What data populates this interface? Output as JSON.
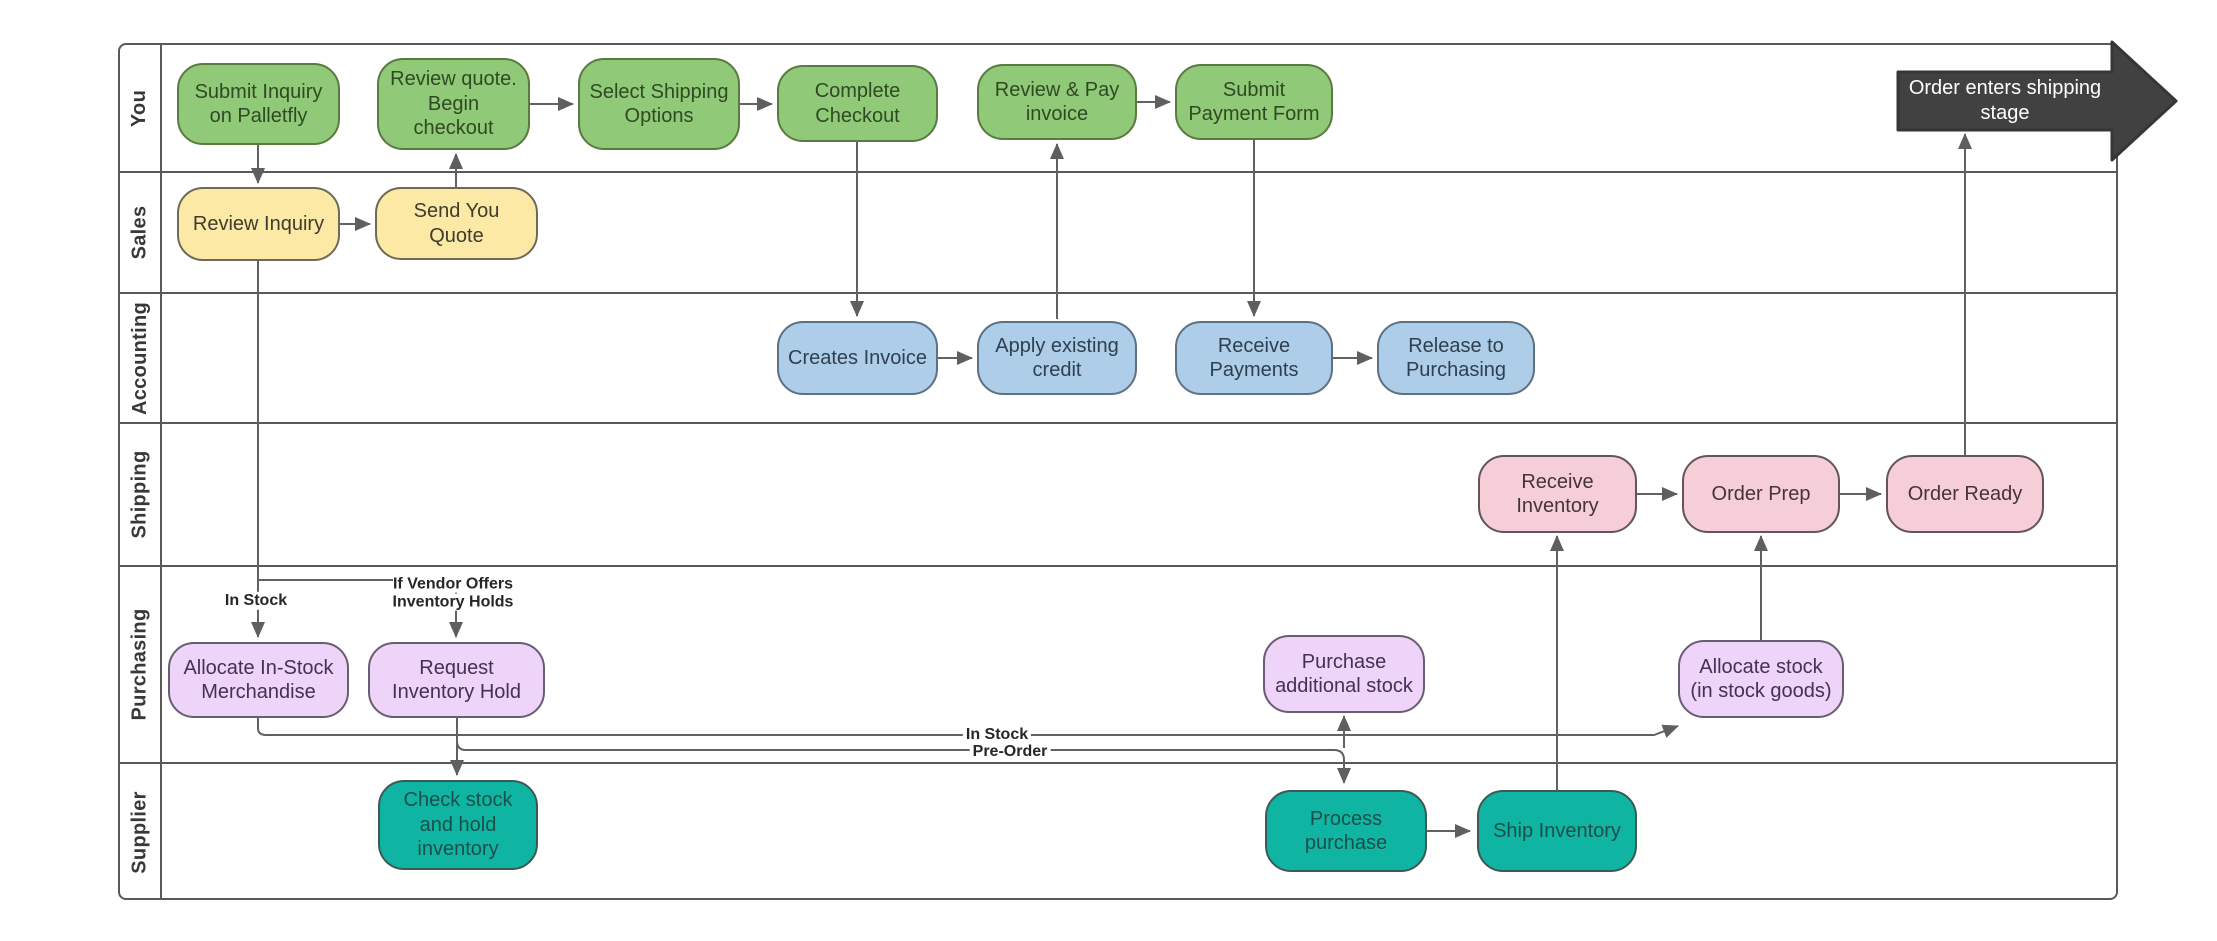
{
  "lanes": [
    {
      "label": "You"
    },
    {
      "label": "Sales"
    },
    {
      "label": "Accounting"
    },
    {
      "label": "Shipping"
    },
    {
      "label": "Purchasing"
    },
    {
      "label": "Supplier"
    }
  ],
  "nodes": [
    {
      "id": "submit-inquiry",
      "lane": "You",
      "label": "Submit Inquiry on Palletfly"
    },
    {
      "id": "review-quote",
      "lane": "You",
      "label": "Review quote. Begin checkout"
    },
    {
      "id": "select-shipping",
      "lane": "You",
      "label": "Select Shipping Options"
    },
    {
      "id": "complete-checkout",
      "lane": "You",
      "label": "Complete Checkout"
    },
    {
      "id": "review-pay-invoice",
      "lane": "You",
      "label": "Review & Pay invoice"
    },
    {
      "id": "submit-payment-form",
      "lane": "You",
      "label": "Submit Payment Form"
    },
    {
      "id": "review-inquiry",
      "lane": "Sales",
      "label": "Review Inquiry"
    },
    {
      "id": "send-you-quote",
      "lane": "Sales",
      "label": "Send You Quote"
    },
    {
      "id": "creates-invoice",
      "lane": "Accounting",
      "label": "Creates Invoice"
    },
    {
      "id": "apply-existing-credit",
      "lane": "Accounting",
      "label": "Apply existing credit"
    },
    {
      "id": "receive-payments",
      "lane": "Accounting",
      "label": "Receive Payments"
    },
    {
      "id": "release-to-purchasing",
      "lane": "Accounting",
      "label": "Release to Purchasing"
    },
    {
      "id": "receive-inventory",
      "lane": "Shipping",
      "label": "Receive Inventory"
    },
    {
      "id": "order-prep",
      "lane": "Shipping",
      "label": "Order Prep"
    },
    {
      "id": "order-ready",
      "lane": "Shipping",
      "label": "Order Ready"
    },
    {
      "id": "allocate-in-stock",
      "lane": "Purchasing",
      "label": "Allocate In-Stock Merchandise"
    },
    {
      "id": "request-inventory-hold",
      "lane": "Purchasing",
      "label": "Request Inventory Hold"
    },
    {
      "id": "purchase-additional-stock",
      "lane": "Purchasing",
      "label": "Purchase additional stock"
    },
    {
      "id": "allocate-stock",
      "lane": "Purchasing",
      "label": "Allocate stock (in stock goods)"
    },
    {
      "id": "check-stock-hold",
      "lane": "Supplier",
      "label": "Check stock and hold inventory"
    },
    {
      "id": "process-purchase",
      "lane": "Supplier",
      "label": "Process purchase"
    },
    {
      "id": "ship-inventory",
      "lane": "Supplier",
      "label": "Ship Inventory"
    }
  ],
  "edge_labels": [
    {
      "text": "In Stock"
    },
    {
      "text": "If Vendor Offers Inventory Holds"
    },
    {
      "text": "In Stock"
    },
    {
      "text": "Pre-Order"
    }
  ],
  "end_shape": {
    "label": "Order enters shipping stage"
  },
  "colors": {
    "you_fill": "#90c978",
    "sales_fill": "#fce9a6",
    "accounting_fill": "#aecde9",
    "shipping_fill": "#f6ced8",
    "purchasing_fill": "#eed4f8",
    "supplier_fill": "#0fb5a2",
    "end_arrow_fill": "#414141",
    "connector": "#616161",
    "lane_border": "#595959"
  }
}
